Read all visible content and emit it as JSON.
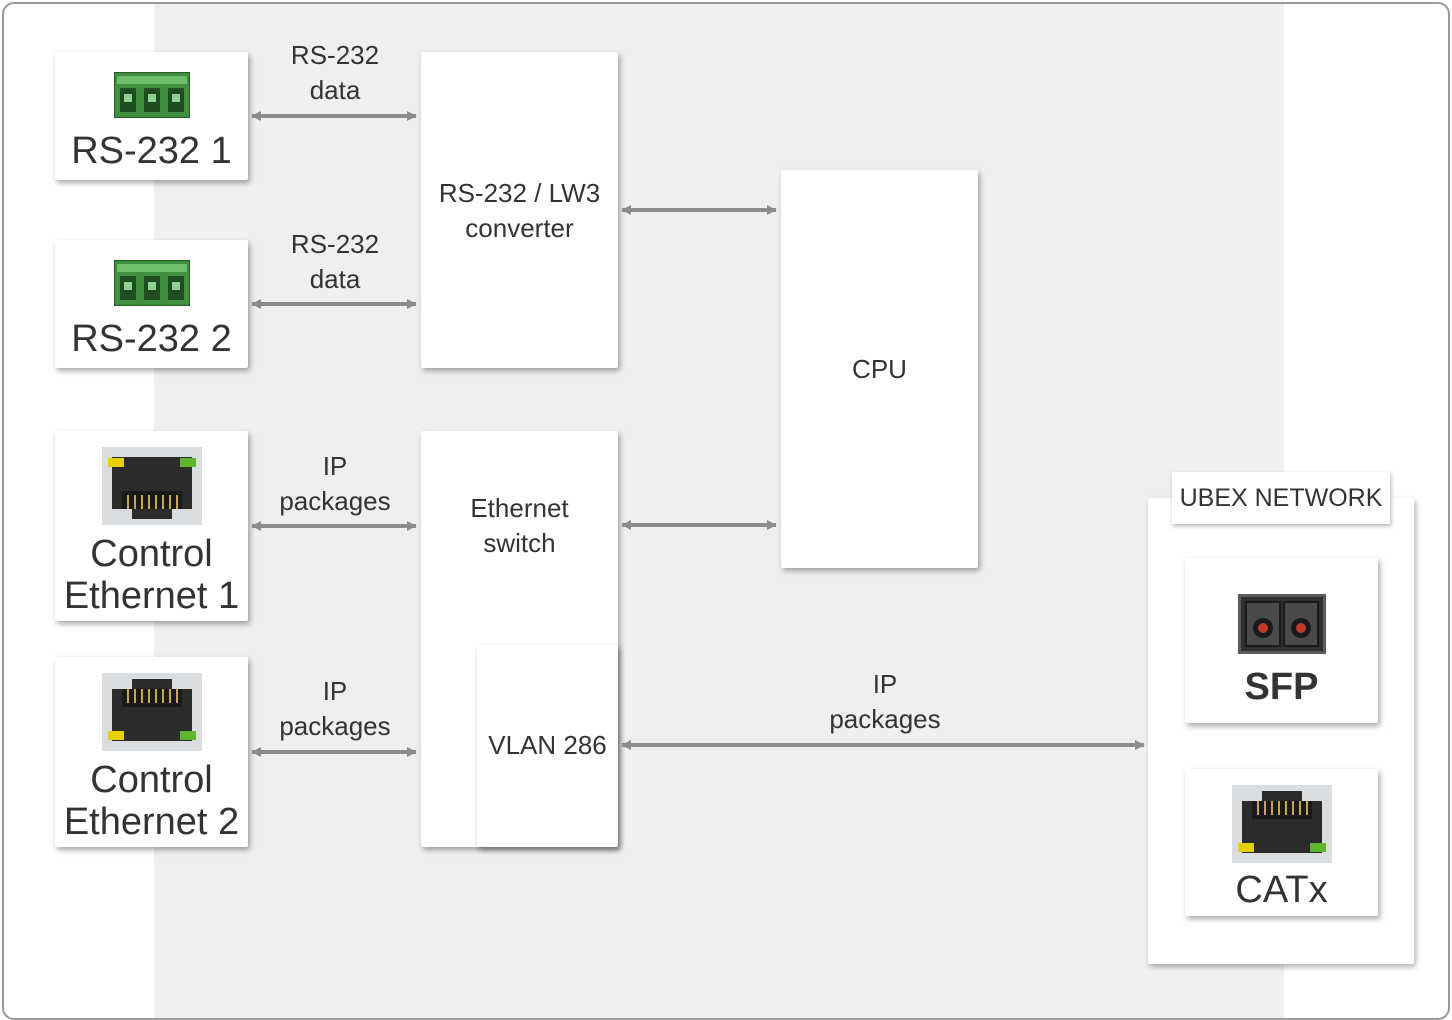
{
  "ports": {
    "rs232_1": "RS-232 1",
    "rs232_2": "RS-232 2",
    "eth1_line1": "Control",
    "eth1_line2": "Ethernet 1",
    "eth2_line1": "Control",
    "eth2_line2": "Ethernet 2"
  },
  "blocks": {
    "converter": "RS-232 / LW3\nconverter",
    "switch": "Ethernet\nswitch",
    "vlan": "VLAN 286",
    "cpu": "CPU"
  },
  "arrows": {
    "rs232_data_1": "RS-232\ndata",
    "rs232_data_2": "RS-232\ndata",
    "ip_1": "IP\npackages",
    "ip_2": "IP\npackages",
    "ip_ubex": "IP\npackages"
  },
  "ubex": {
    "title": "UBEX NETWORK",
    "sfp": "SFP",
    "catx": "CATx"
  },
  "colors": {
    "arrow": "#8c8c8c",
    "panel": "#efefef",
    "terminal_green": "#3f8f3f",
    "rj45_body": "#2b2b2b",
    "led_yellow": "#e6d000",
    "led_green": "#5fb52c"
  }
}
